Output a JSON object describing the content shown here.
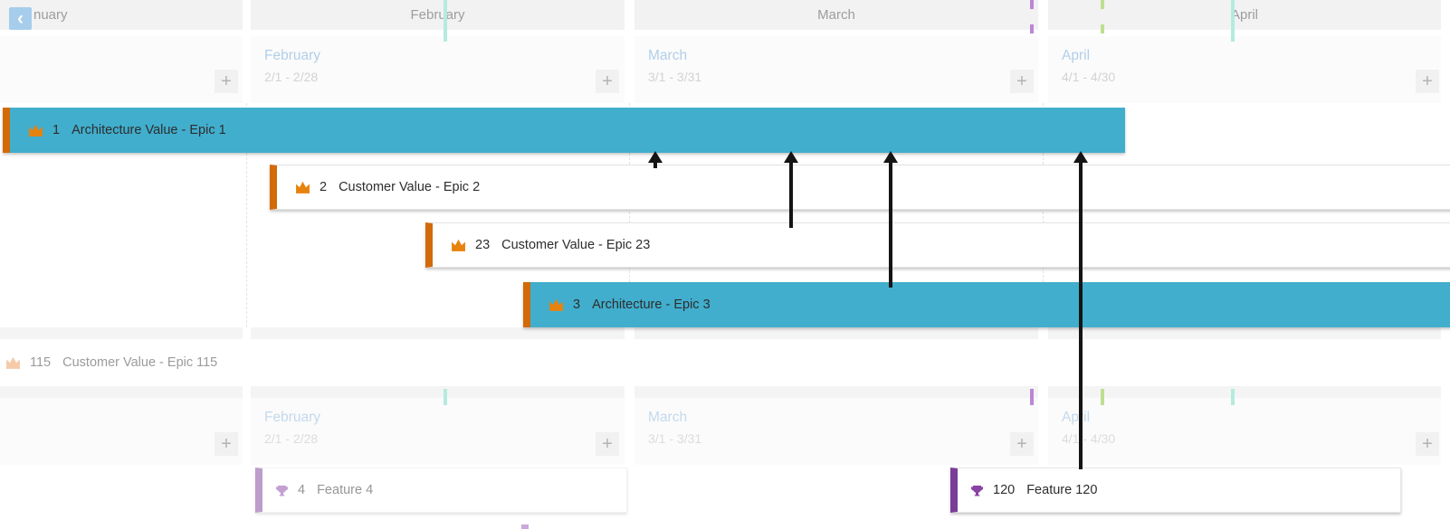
{
  "ui": {
    "back_label": "‹",
    "add_label": "+"
  },
  "colors": {
    "epic_bar_teal": "#41aecd",
    "epic_accent_orange": "#d26a08",
    "crown_orange": "#e8820e",
    "feature_accent_purple": "#7b3d99",
    "trophy_purple": "#8a42a5",
    "sprint_label_blue": "#9fc4e5",
    "month_header_bg": "#f2f2f2",
    "back_button_blue": "#a6cdec",
    "marker_cyan": "#b5eadf",
    "marker_purple": "#bb86d4",
    "marker_green": "#bce08f",
    "dependency_arrow_black": "#141414"
  },
  "month_bar": {
    "months": [
      "nuary",
      "February",
      "March",
      "April"
    ]
  },
  "sprint_headers": [
    {
      "name": "February",
      "dates": "2/1 - 2/28"
    },
    {
      "name": "March",
      "dates": "3/1 - 3/31"
    },
    {
      "name": "April",
      "dates": "4/1 - 4/30"
    }
  ],
  "epics": [
    {
      "id": "1",
      "title": "Architecture Value - Epic 1",
      "style": "teal",
      "dimmed": false
    },
    {
      "id": "2",
      "title": "Customer Value - Epic 2",
      "style": "white",
      "dimmed": false
    },
    {
      "id": "23",
      "title": "Customer Value - Epic 23",
      "style": "white",
      "dimmed": false
    },
    {
      "id": "3",
      "title": "Architecture - Epic 3",
      "style": "teal",
      "dimmed": false
    },
    {
      "id": "115",
      "title": "Customer Value - Epic 115",
      "style": "text-row",
      "dimmed": true
    }
  ],
  "features": [
    {
      "id": "4",
      "title": "Feature 4",
      "dimmed": true
    },
    {
      "id": "120",
      "title": "Feature 120",
      "dimmed": false
    }
  ],
  "dependency_arrows": [
    {
      "from": "Epic 2",
      "to": "Epic 1"
    },
    {
      "from": "Epic 23",
      "to": "Epic 1"
    },
    {
      "from": "Epic 3",
      "to": "Epic 1"
    },
    {
      "from": "Feature 120",
      "to": "Epic 1"
    }
  ],
  "markers": {
    "top_row": [
      "cyan",
      "purple",
      "green",
      "cyan"
    ],
    "middle_row": [
      "cyan",
      "purple",
      "green",
      "cyan"
    ]
  }
}
